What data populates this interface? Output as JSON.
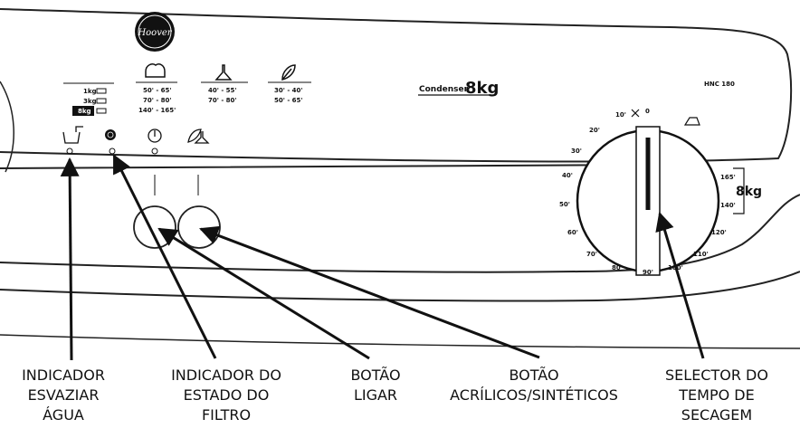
{
  "brand": {
    "logo_text": "Hoover",
    "model": "HNC 180",
    "condenser_label": "Condenser",
    "capacity": "8kg"
  },
  "load_selector": {
    "options": [
      "1kg",
      "3kg",
      "8kg"
    ],
    "selected": "8kg"
  },
  "programs": [
    {
      "icon": "cotton-icon",
      "times": [
        "50' - 65'",
        "70' - 80'",
        "140' - 165'"
      ]
    },
    {
      "icon": "synthetics-icon",
      "times": [
        "40' - 55'",
        "70' - 80'"
      ]
    },
    {
      "icon": "delicates-icon",
      "times": [
        "30' - 40'",
        "50' - 65'"
      ]
    }
  ],
  "dial": {
    "ticks": [
      "10'",
      "20'",
      "30'",
      "40'",
      "50'",
      "60'",
      "70'",
      "80'",
      "90'",
      "100'",
      "110'",
      "120'",
      "140'",
      "165'"
    ],
    "zero": "0",
    "capacity_label": "8kg"
  },
  "callouts": {
    "empty_water": [
      "INDICADOR",
      "ESVAZIAR",
      "ÁGUA"
    ],
    "filter_status": [
      "INDICADOR DO",
      "ESTADO DO",
      "FILTRO"
    ],
    "power_button": [
      "BOTÃO",
      "LIGAR"
    ],
    "synthetics_button": [
      "BOTÃO",
      "ACRÍLICOS/SINTÉTICOS"
    ],
    "time_selector": [
      "SELECTOR DO",
      "TEMPO DE",
      "SECAGEM"
    ]
  }
}
